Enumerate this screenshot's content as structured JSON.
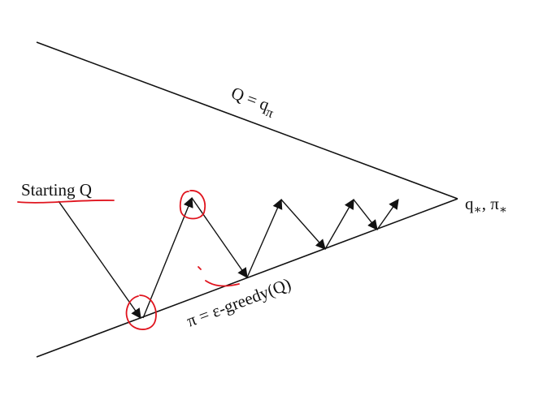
{
  "labels": {
    "upper_line": "Q = q",
    "upper_line_sub": "π",
    "lower_line": "π = ε-greedy(Q)",
    "start": "Starting Q",
    "converge_q": "q",
    "converge_q_sub": "∗",
    "converge_sep": ", π",
    "converge_pi_sub": "∗"
  },
  "colors": {
    "line": "#111111",
    "annotation": "#e0141e"
  }
}
